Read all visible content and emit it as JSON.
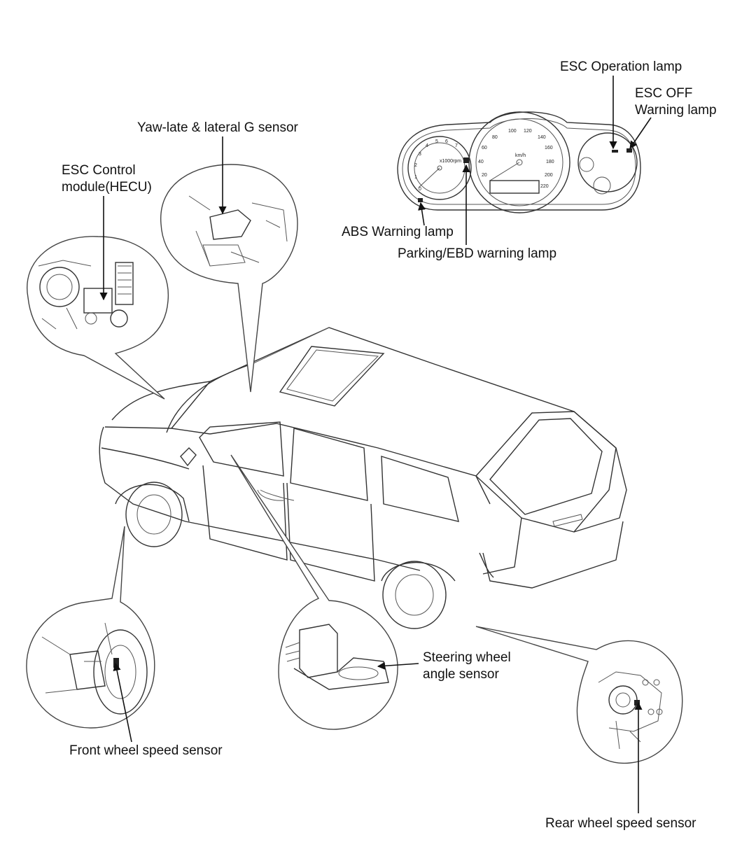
{
  "labels": {
    "esc_operation_lamp": "ESC Operation lamp",
    "esc_off_line1": "ESC OFF",
    "esc_off_line2": "Warning lamp",
    "yaw_sensor": "Yaw-late & lateral G sensor",
    "esc_module_line1": "ESC Control",
    "esc_module_line2": "module(HECU)",
    "abs_lamp": "ABS Warning lamp",
    "parking_ebd_lamp": "Parking/EBD warning lamp",
    "steering_line1": "Steering wheel",
    "steering_line2": "angle sensor",
    "front_wheel_sensor": "Front wheel speed sensor",
    "rear_wheel_sensor": "Rear wheel speed sensor"
  },
  "cluster": {
    "tach_ticks": [
      "0",
      "1",
      "2",
      "3",
      "4",
      "5",
      "6",
      "7"
    ],
    "tach_unit": "x1000rpm",
    "speed_ticks": [
      "20",
      "40",
      "60",
      "80",
      "100",
      "120",
      "140",
      "160",
      "180",
      "200",
      "220"
    ],
    "speed_unit": "km/h"
  },
  "colors": {
    "line": "#333333",
    "text": "#111111",
    "background": "#ffffff"
  }
}
